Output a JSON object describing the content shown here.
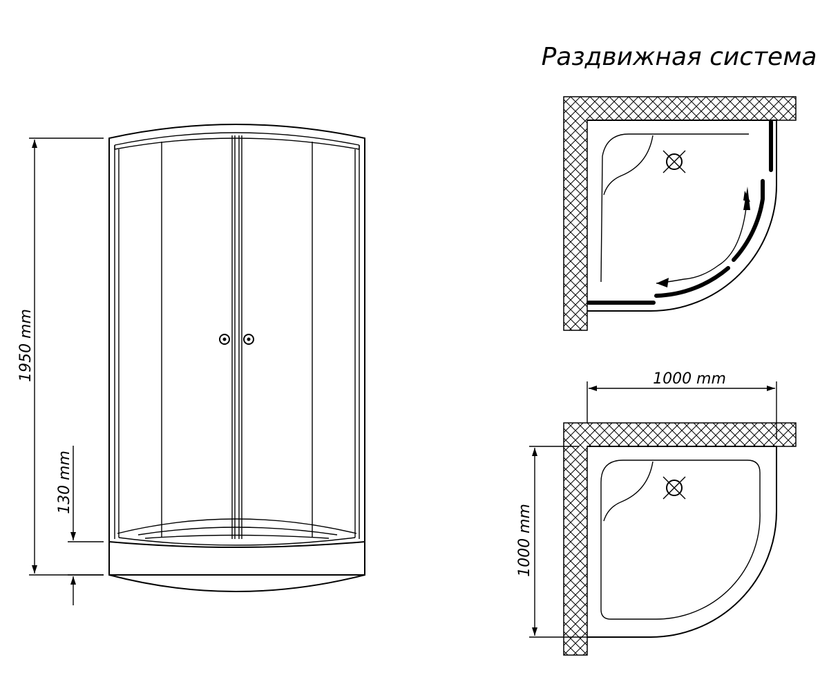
{
  "title": "Раздвижная система",
  "dimensions": {
    "height": "1950 mm",
    "tray_height": "130 mm",
    "width": "1000 mm",
    "depth": "1000 mm"
  }
}
